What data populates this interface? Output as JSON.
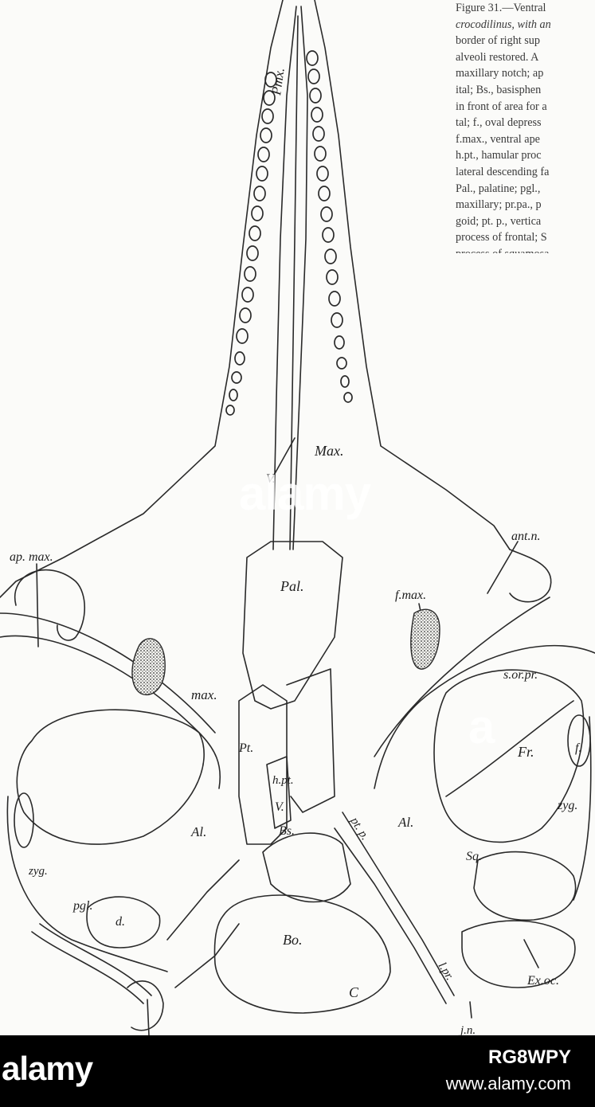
{
  "caption": {
    "lines": [
      "Figure 31.—Ventral",
      "crocodilinus, with an",
      "border of right sup",
      "alveoli restored. A",
      "maxillary notch; ap",
      "ital; Bs., basisphen",
      "in front of area for a",
      "tal; f., oval depress",
      "f.max., ventral ape",
      "h.pt., hamular proc",
      "lateral descending fa",
      "Pal., palatine; pgl.,",
      "maxillary; pr.pa., p",
      "goid; pt. p., vertica",
      "process of frontal; S",
      "process of squamosa"
    ]
  },
  "figure_labels": {
    "pmx": "Pmx.",
    "max_upper": "Max.",
    "v_upper": "V.",
    "ant_n": "ant.n.",
    "ap_max": "ap. max.",
    "pal": "Pal.",
    "f_max": "f.max.",
    "s_or_pr": "s.or.pr.",
    "max_lower": "max.",
    "pt": "Pt.",
    "h_pt": "h.pt.",
    "v_lower": "V.",
    "bs": "Bs.",
    "pt_p": "pt. p.",
    "fr": "Fr.",
    "f": "f.",
    "zyg_right": "zyg.",
    "al_left": "Al.",
    "al_right": "Al.",
    "zyg_left": "zyg.",
    "sq": "Sq.",
    "pgl": "pgl.",
    "d": "d.",
    "bo": "Bo.",
    "c": "C",
    "l_pr": "l.pr.",
    "ex_oc": "Ex.oc.",
    "j_n": "j.n."
  },
  "footer": {
    "logo": "alamy",
    "image_id": "RG8WPY",
    "url": "www.alamy.com"
  },
  "watermarks": [
    "alamy",
    "a"
  ]
}
